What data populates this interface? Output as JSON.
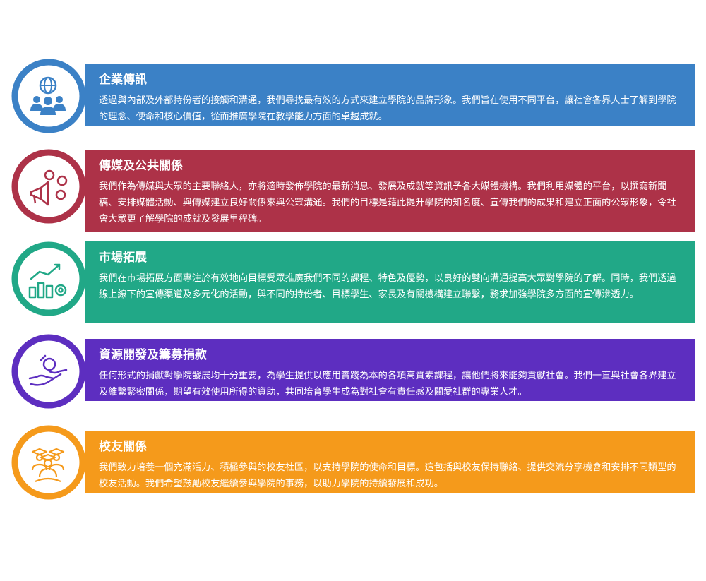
{
  "colors": {
    "corporate": "#3b81c6",
    "media": "#ad3248",
    "marketing": "#21a887",
    "development": "#5d2ec0",
    "alumni": "#f59a1b"
  },
  "sections": [
    {
      "title": "企業傳訊",
      "icon": "globe-people-icon",
      "description": "透過與內部及外部持份者的接觸和溝通，我們尋找最有效的方式來建立學院的品牌形象。我們旨在使用不同平台，讓社會各界人士了解到學院的理念、使命和核心價值，從而推廣學院在教學能力方面的卓越成就。"
    },
    {
      "title": "傳媒及公共關係",
      "icon": "megaphone-people-icon",
      "description": "我們作為傳媒與大眾的主要聯絡人，亦將適時發佈學院的最新消息、發展及成就等資訊予各大媒體機構。我們利用媒體的平台，以撰寫新聞稿、安排媒體活動、與傳媒建立良好關係來與公眾溝通。我們的目標是藉此提升學院的知名度、宣傳我們的成果和建立正面的公眾形象，令社會大眾更了解學院的成就及發展里程碑。"
    },
    {
      "title": "市場拓展",
      "icon": "growth-chart-gear-icon",
      "description": "我們在市場拓展方面專注於有效地向目標受眾推廣我們不同的課程、特色及優勢，以良好的雙向溝通提高大眾對學院的了解。同時，我們透過線上線下的宣傳渠道及多元化的活動，與不同的持份者、目標學生、家長及有關機構建立聯繫，務求加強學院多方面的宣傳滲透力。"
    },
    {
      "title": "資源開發及籌募捐款",
      "icon": "donation-hands-icon",
      "description": "任何形式的捐獻對學院發展均十分重要，為學生提供以應用實踐為本的各項高質素課程，讓他們將來能夠貢獻社會。我們一直與社會各界建立及維繫緊密關係，期望有效使用所得的資助，共同培育學生成為對社會有責任感及關愛社群的專業人才。"
    },
    {
      "title": "校友關係",
      "icon": "graduates-icon",
      "description": "我們致力培養一個充滿活力、積極參與的校友社區，以支持學院的使命和目標。這包括與校友保持聯絡、提供交流分享機會和安排不同類型的校友活動。我們希望鼓勵校友繼續參與學院的事務，以助力學院的持續發展和成功。"
    }
  ]
}
